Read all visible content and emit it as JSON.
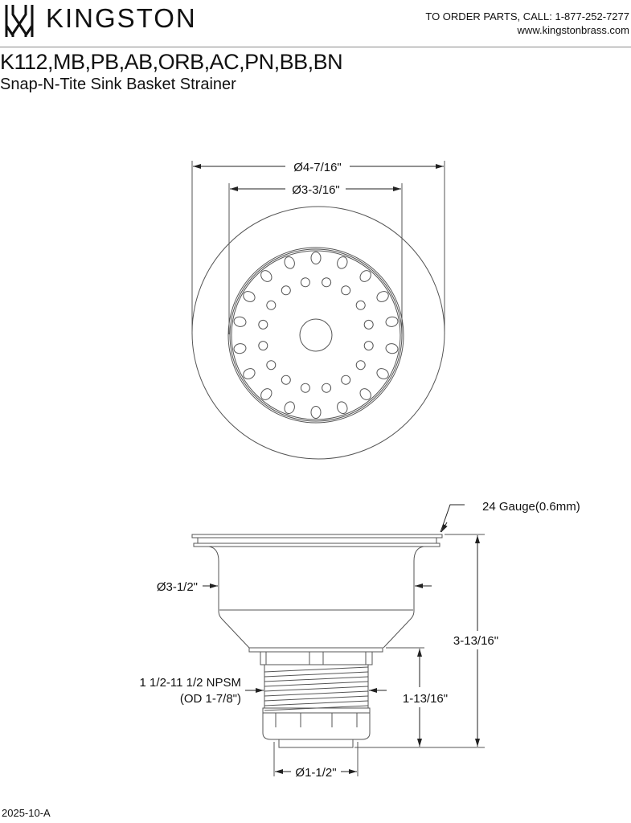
{
  "header": {
    "brand": "KINGSTON",
    "order_line": "TO ORDER PARTS, CALL: 1-877-252-7277",
    "website": "www.kingstonbrass.com"
  },
  "product": {
    "model_numbers": "K112,MB,PB,AB,ORB,AC,PN,BB,BN",
    "name": "Snap-N-Tite Sink Basket Strainer"
  },
  "top_view": {
    "outer_diameter": "Ø4-7/16\"",
    "inner_diameter": "Ø3-3/16\"",
    "outer_hole_count": 18,
    "inner_hole_count": 16
  },
  "side_view": {
    "gauge_note": "24 Gauge(0.6mm)",
    "body_diameter": "Ø3-1/2\"",
    "overall_height": "3-13/16\"",
    "thread_spec_line1": "1 1/2-11 1/2 NPSM",
    "thread_spec_line2": "(OD 1-7/8\")",
    "thread_height": "1-13/16\"",
    "outlet_diameter": "Ø1-1/2\""
  },
  "footer": {
    "revision": "2025-10-A"
  },
  "colors": {
    "line": "#555555",
    "text": "#111111",
    "background": "#ffffff"
  }
}
